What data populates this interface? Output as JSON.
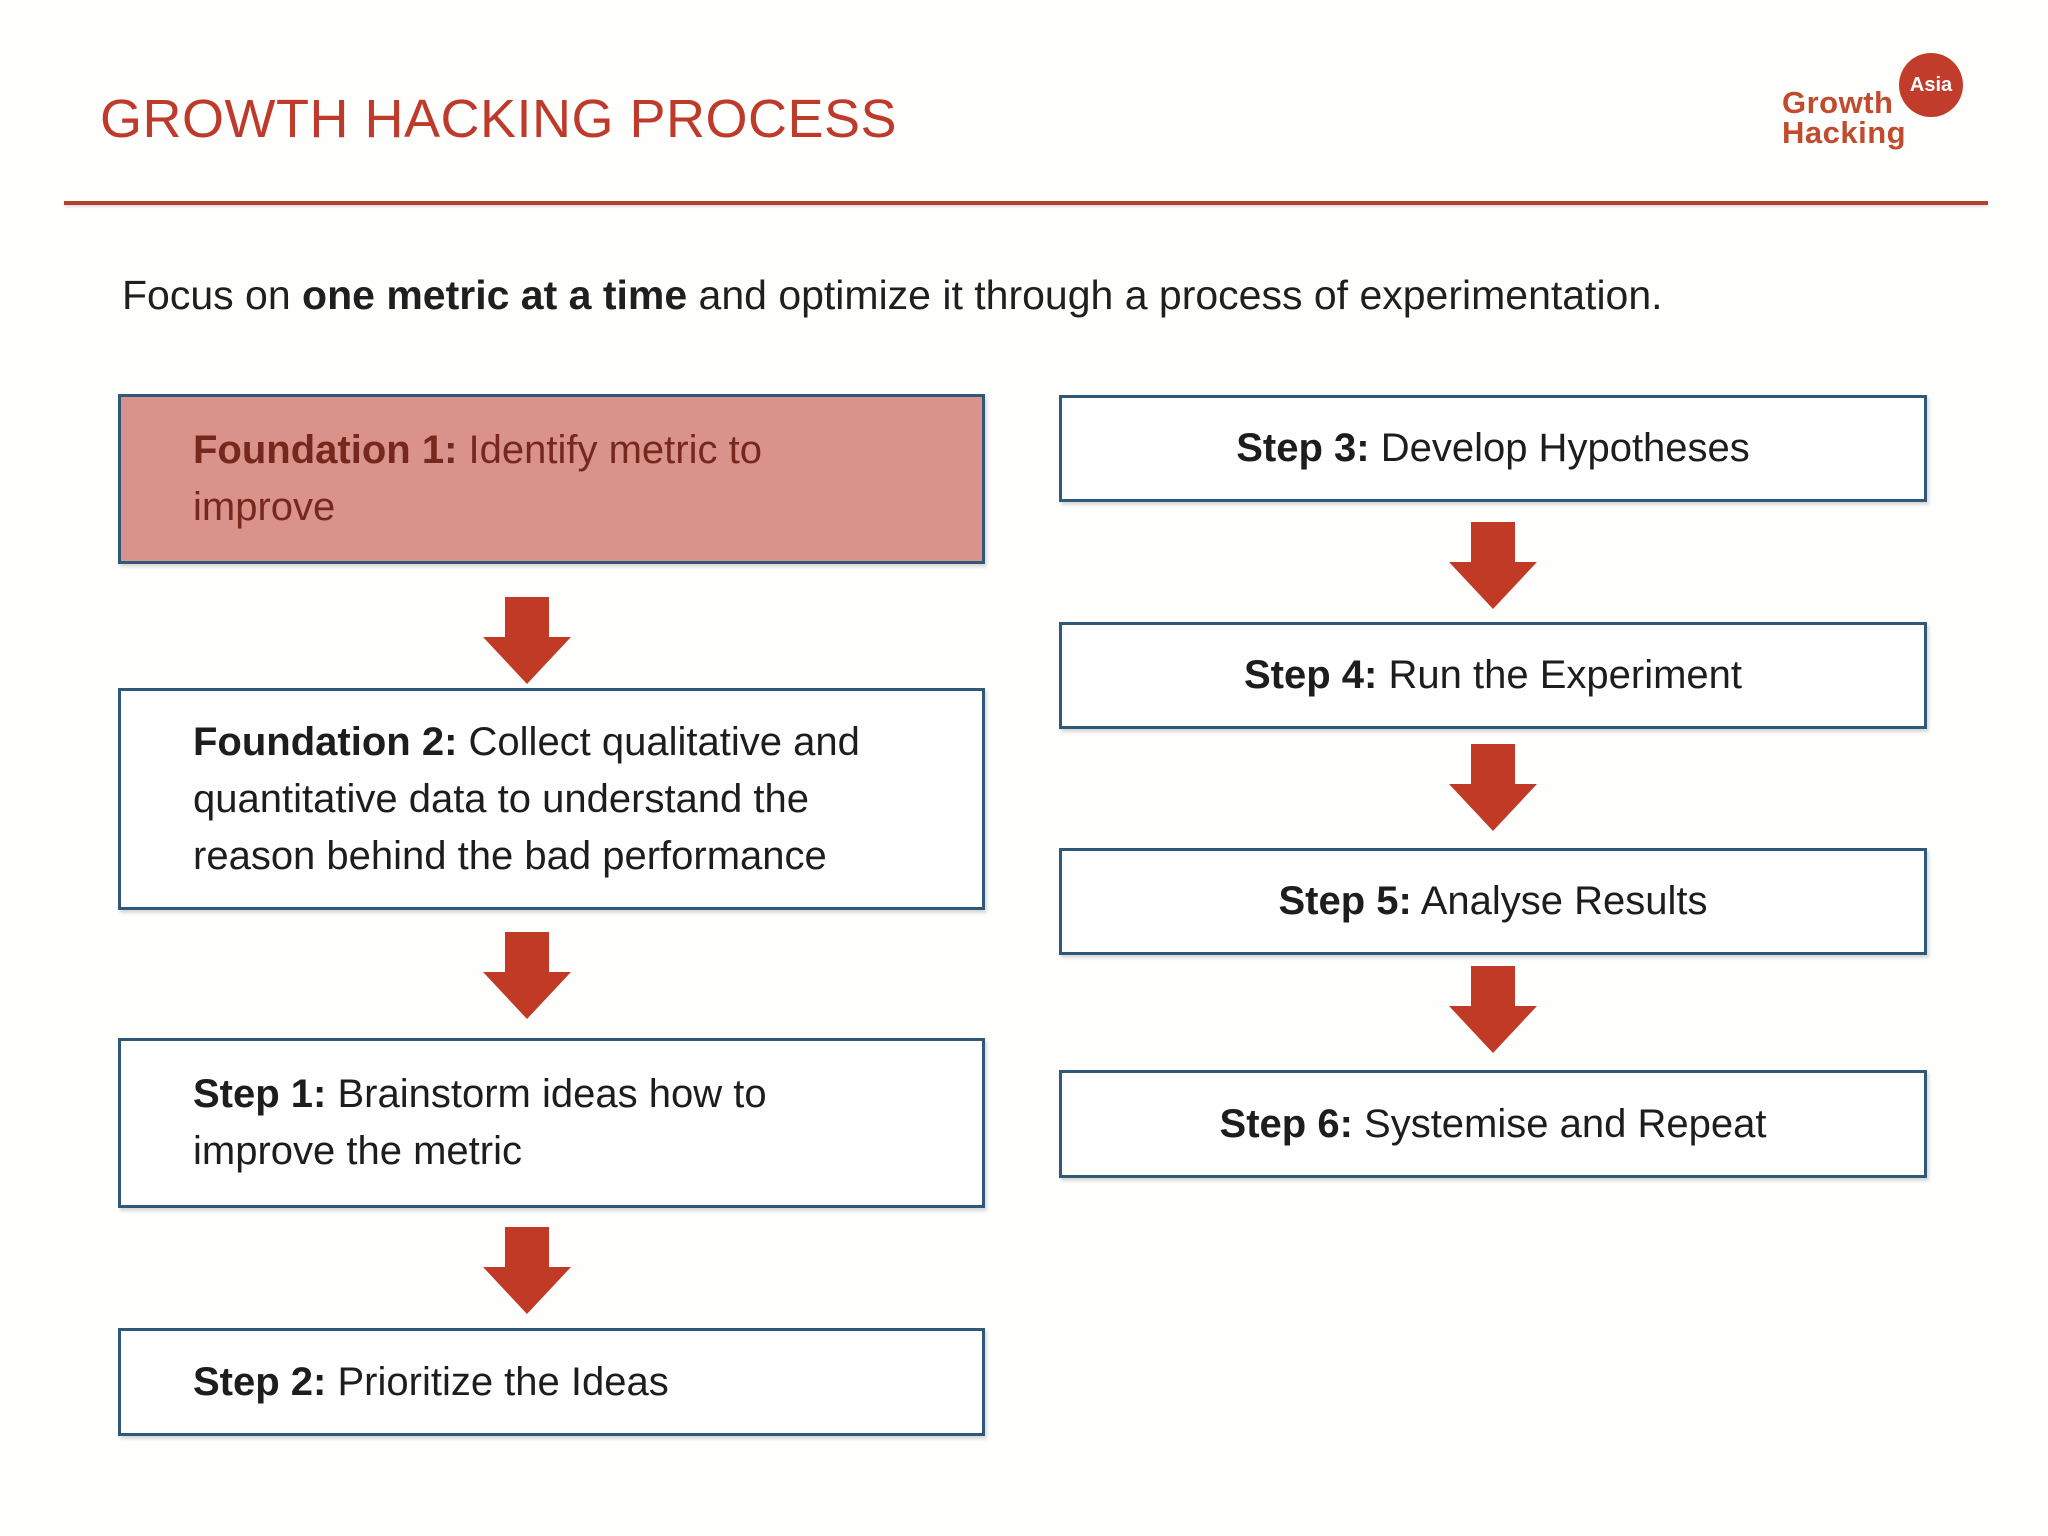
{
  "title": "GROWTH HACKING PROCESS",
  "intro": {
    "prefix": "Focus on ",
    "bold": "one metric at a time",
    "suffix": " and optimize it through a process of experimentation."
  },
  "logo": {
    "word1": "Growth",
    "word2": "Hacking",
    "badge": "Asia"
  },
  "flow": {
    "left": [
      {
        "label": "Foundation 1:",
        "text": "Identify metric to\nimprove",
        "highlighted": true
      },
      {
        "label": "Foundation 2:",
        "text": "Collect qualitative and\nquantitative data to understand the\nreason behind the bad performance",
        "highlighted": false
      },
      {
        "label": "Step 1:",
        "text": "Brainstorm ideas how to\nimprove the metric",
        "highlighted": false
      },
      {
        "label": "Step 2:",
        "text": "Prioritize the Ideas",
        "highlighted": false
      }
    ],
    "right": [
      {
        "label": "Step 3:",
        "text": "Develop Hypotheses"
      },
      {
        "label": "Step 4:",
        "text": "Run the Experiment"
      },
      {
        "label": "Step 5:",
        "text": "Analyse Results"
      },
      {
        "label": "Step 6:",
        "text": "Systemise and Repeat"
      }
    ]
  },
  "colors": {
    "accent_red": "#be3b2c",
    "divider_red": "#b4402e",
    "arrow_red": "#c13a26",
    "box_border_navy": "#305878",
    "highlight_fill": "#d9938a",
    "highlight_text": "#76281d",
    "logo_red": "#c14b2f",
    "badge_red": "#c23c2b",
    "body_text": "#1d1d1d"
  }
}
